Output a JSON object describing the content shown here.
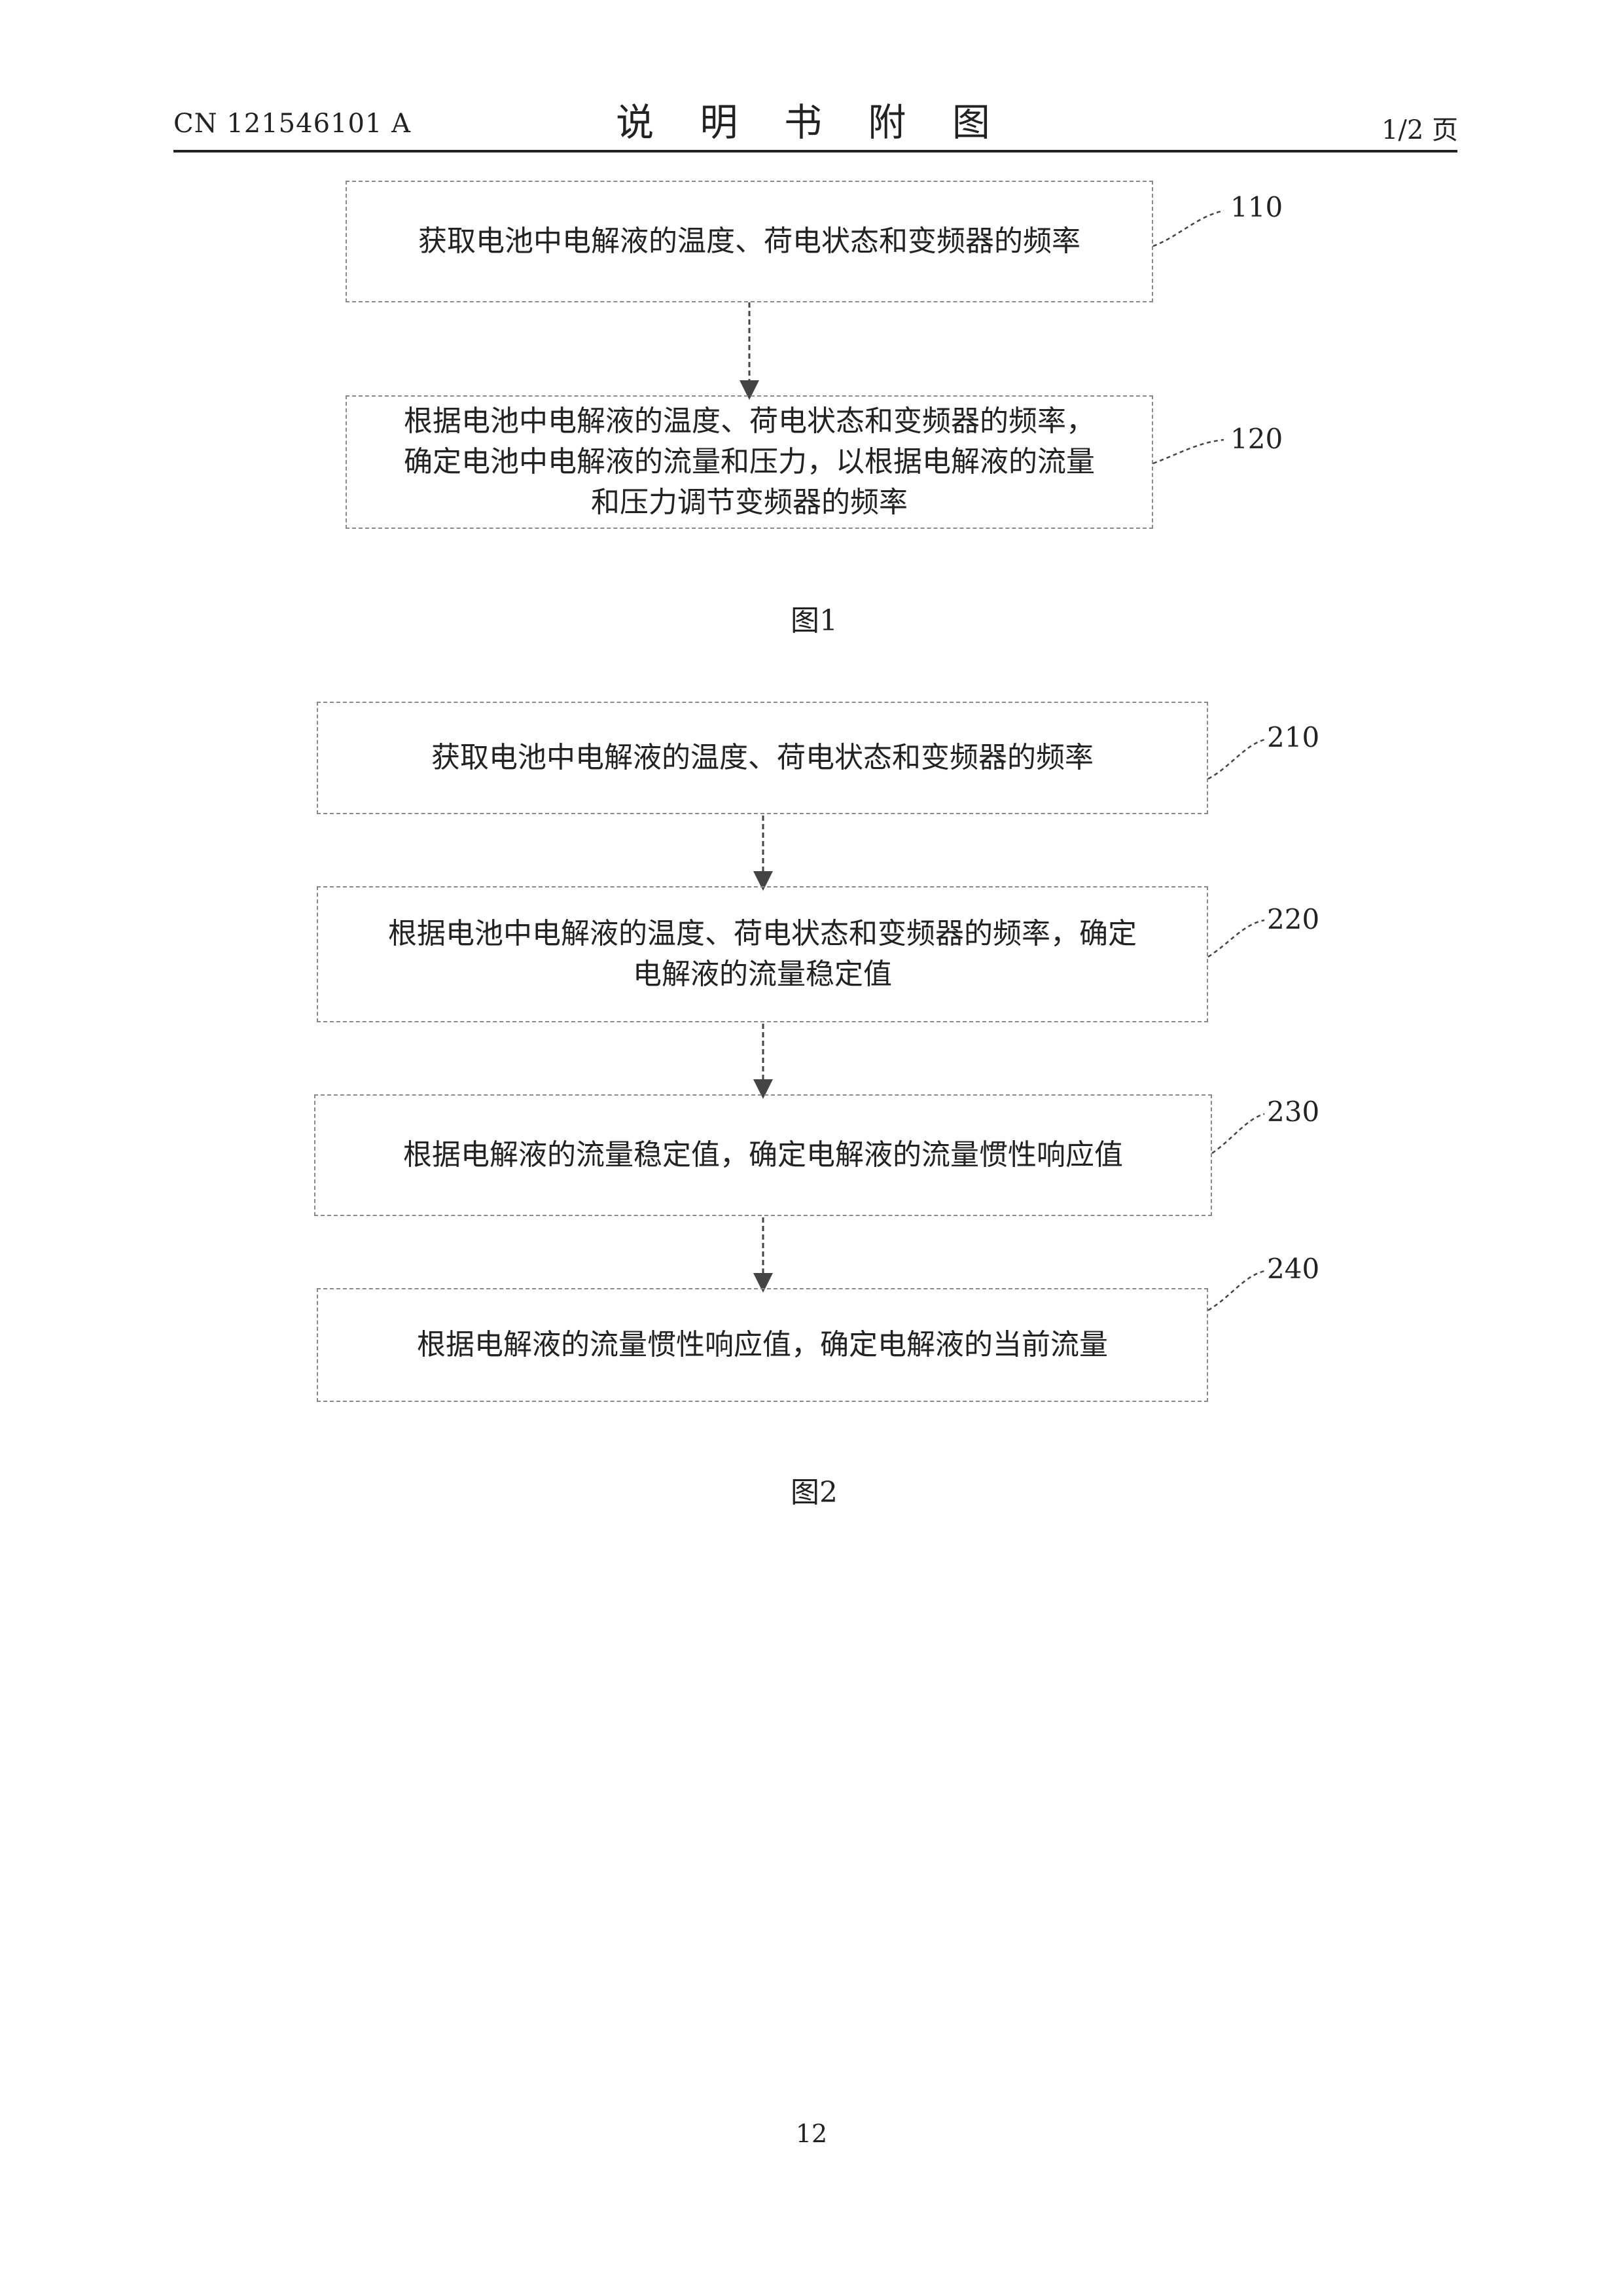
{
  "header": {
    "publication_number": "CN 121546101 A",
    "title": "说 明 书 附 图",
    "page_indicator": "1/2 页"
  },
  "figure1": {
    "caption": "图1",
    "steps": [
      {
        "label": "110",
        "lines": [
          "获取电池中电解液的温度、荷电状态和变频器的频率"
        ]
      },
      {
        "label": "120",
        "lines": [
          "根据电池中电解液的温度、荷电状态和变频器的频率，",
          "确定电池中电解液的流量和压力，以根据电解液的流量",
          "和压力调节变频器的频率"
        ]
      }
    ]
  },
  "figure2": {
    "caption": "图2",
    "steps": [
      {
        "label": "210",
        "lines": [
          "获取电池中电解液的温度、荷电状态和变频器的频率"
        ]
      },
      {
        "label": "220",
        "lines": [
          "根据电池中电解液的温度、荷电状态和变频器的频率，确定",
          "电解液的流量稳定值"
        ]
      },
      {
        "label": "230",
        "lines": [
          "根据电解液的流量稳定值，确定电解液的流量惯性响应值"
        ]
      },
      {
        "label": "240",
        "lines": [
          "根据电解液的流量惯性响应值，确定电解液的当前流量"
        ]
      }
    ]
  },
  "footer": {
    "page_number": "12"
  }
}
